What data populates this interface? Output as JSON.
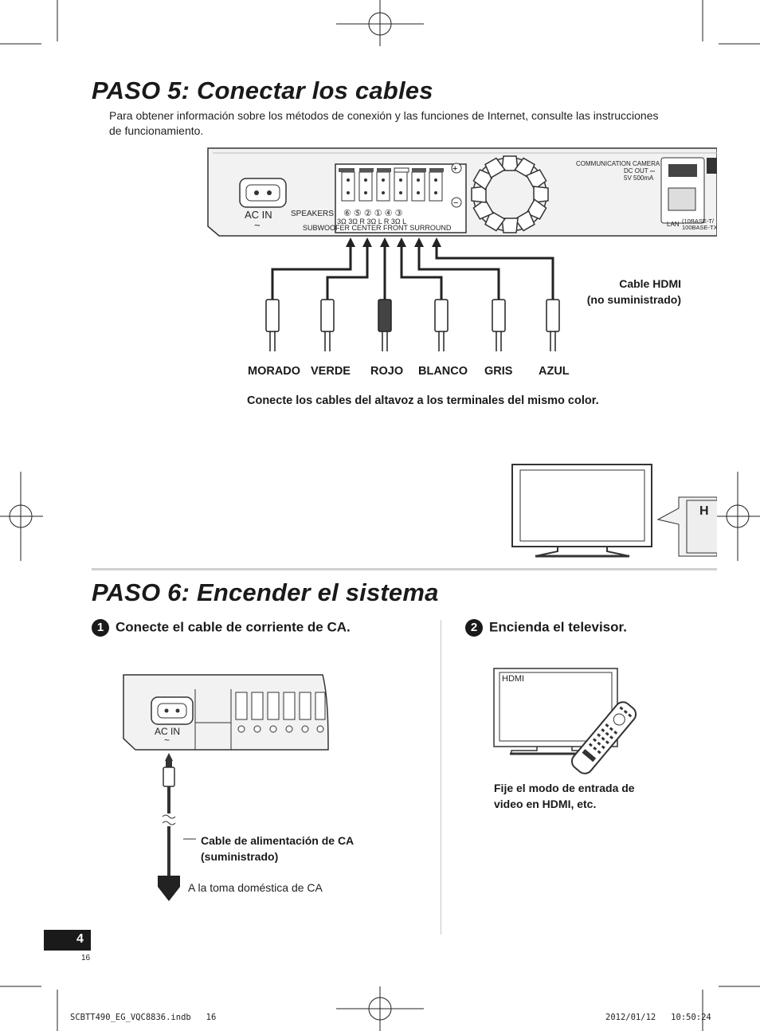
{
  "paso5": {
    "title": "PASO 5: Conectar los cables",
    "intro": "Para obtener información sobre los métodos de conexión y las funciones de Internet, consulte las instrucciones de funcionamiento.",
    "panel": {
      "ac_in": "AC IN",
      "speakers": "SPEAKERS",
      "terminal_nums": [
        "⑥",
        "⑤",
        "②",
        "①",
        "④",
        "③"
      ],
      "ohms": [
        "3Ω",
        "3Ω",
        "R 3Ω L",
        "R 3Ω L"
      ],
      "groups": [
        "SUBWOOFER",
        "CENTER",
        "FRONT",
        "SURROUND"
      ],
      "comm_line1": "COMMUNICATION CAMERA",
      "comm_line2": "DC OUT ⎓",
      "comm_line3": "5V 500mA",
      "lan": "LAN",
      "lan_spec1": "(10BASE-T/",
      "lan_spec2": "100BASE-TX"
    },
    "cable_hdmi": "Cable HDMI\n(no suministrado)",
    "cable_hdmi_l1": "Cable HDMI",
    "cable_hdmi_l2": "(no suministrado)",
    "colors": [
      "MORADO",
      "VERDE",
      "ROJO",
      "BLANCO",
      "GRIS",
      "AZUL"
    ],
    "note": "Conecte los cables del altavoz a los terminales del mismo color."
  },
  "paso6": {
    "title": "PASO 6: Encender el sistema",
    "step1_num": "1",
    "step1": "Conecte el cable de corriente de CA.",
    "step2_num": "2",
    "step2": "Encienda el televisor.",
    "ac_in": "AC IN",
    "cable_l1": "Cable de alimentación de CA",
    "cable_l2": "(suministrado)",
    "outlet": "A la toma doméstica de CA",
    "tv_hdmi": "HDMI",
    "tv_note_l1": "Fije el modo de entrada de",
    "tv_note_l2": "video en HDMI, etc."
  },
  "footer": {
    "page_num": "4",
    "sub_num": "16",
    "file": "SCBTT490_EG_VQC8836.indb   16",
    "date": "2012/01/12   10:50:24"
  },
  "colors": {
    "text": "#1a1a1a",
    "tab": "#1a1a1a",
    "rule": "#d0d0d0"
  }
}
